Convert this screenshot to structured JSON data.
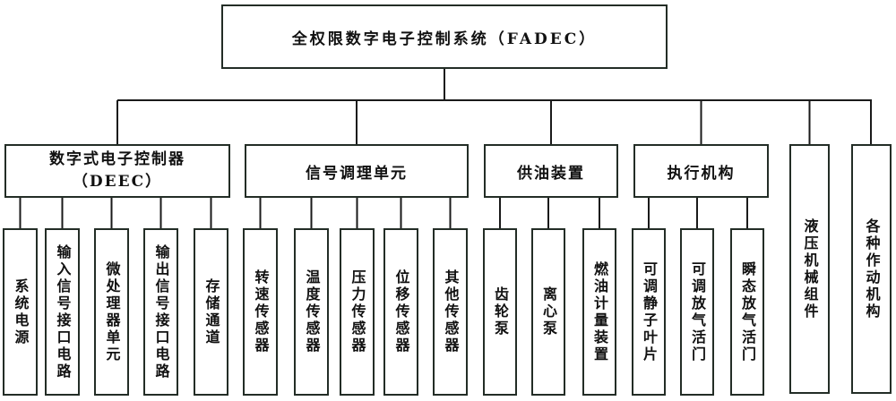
{
  "nodes": {
    "root": "全权限数字电子控制系统（FADEC）",
    "level2": {
      "deec_line1": "数字式电子控制器",
      "deec_line2": "（DEEC）",
      "signal_unit": "信号调理单元",
      "fuel_supply": "供油装置",
      "actuator": "执行机构",
      "hydraulic_assembly": "液压机械组件",
      "actuating_mechanisms": "各种作动机构"
    },
    "level3": {
      "deec": [
        "系统电源",
        "输入信号接口电路",
        "微处理器单元",
        "输出信号接口电路",
        "存储通道"
      ],
      "signal": [
        "转速传感器",
        "温度传感器",
        "压力传感器",
        "位移传感器",
        "其他传感器"
      ],
      "fuel": [
        "齿轮泵",
        "离心泵",
        "燃油计量装置"
      ],
      "actuator": [
        "可调静子叶片",
        "可调放气活门",
        "瞬态放气活门"
      ]
    }
  },
  "colors": {
    "line": "#1a1a1a",
    "box_border": "#232d26",
    "background": "#ffffff",
    "text": "#111111"
  }
}
